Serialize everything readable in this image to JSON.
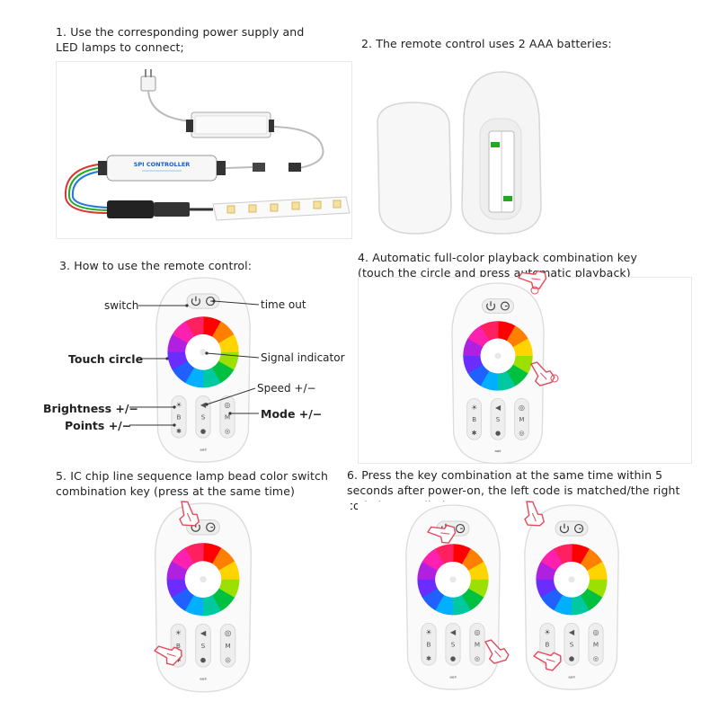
{
  "steps": [
    {
      "number": "1.",
      "text": "Use the corresponding power supply and LED lamps to connect;"
    },
    {
      "number": "2.",
      "text": "The remote control uses 2 AAA batteries:"
    },
    {
      "number": "3.",
      "text": "How to use the remote control:"
    },
    {
      "number": "4.",
      "text": "Automatic full-color playback combination key (touch the circle and press automatic playback)"
    },
    {
      "number": "5.",
      "text": "IC chip line sequence lamp bead color switch combination key (press at the same time)"
    },
    {
      "number": "6.",
      "text": "Press the key combination at the same time within 5 seconds after power-on, the left code is matched/the right code is cancelled"
    }
  ],
  "controller_label": "SPI CONTROLLER",
  "remote_labels": {
    "switch": "switch",
    "time_out": "time out",
    "touch_circle": "Touch circle",
    "signal_indicator": "Signal indicator",
    "speed": "Speed +/−",
    "brightness": "Brightness +/−",
    "mode": "Mode +/−",
    "points": "Points +/−"
  },
  "remote_key_letters": {
    "b": "B",
    "s": "S",
    "m": "M"
  },
  "remote_brand": "ᵃᵒˡⁱ"
}
